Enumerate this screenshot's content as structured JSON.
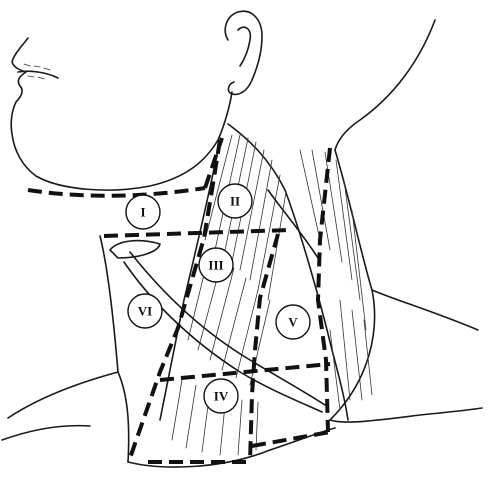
{
  "levels": [
    {
      "id": "level-1",
      "label": "I"
    },
    {
      "id": "level-2",
      "label": "II"
    },
    {
      "id": "level-3",
      "label": "III"
    },
    {
      "id": "level-4",
      "label": "IV"
    },
    {
      "id": "level-5",
      "label": "V"
    },
    {
      "id": "level-6",
      "label": "VI"
    }
  ]
}
